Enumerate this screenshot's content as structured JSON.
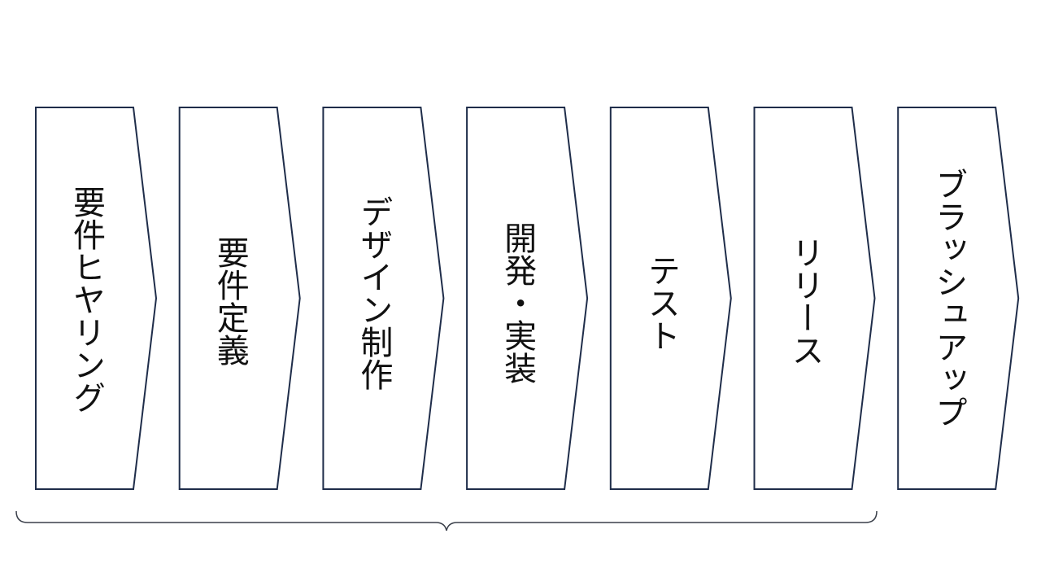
{
  "diagram": {
    "steps": [
      {
        "label": "要件ヒヤリング"
      },
      {
        "label": "要件定義"
      },
      {
        "label": "デザイン制作"
      },
      {
        "label": "開発・実装"
      },
      {
        "label": "テスト"
      },
      {
        "label": "リリース"
      },
      {
        "label": "ブラッシュアップ"
      }
    ],
    "colors": {
      "outline": "#1f2d4a",
      "fill": "#ffffff",
      "text": "#111111"
    }
  }
}
